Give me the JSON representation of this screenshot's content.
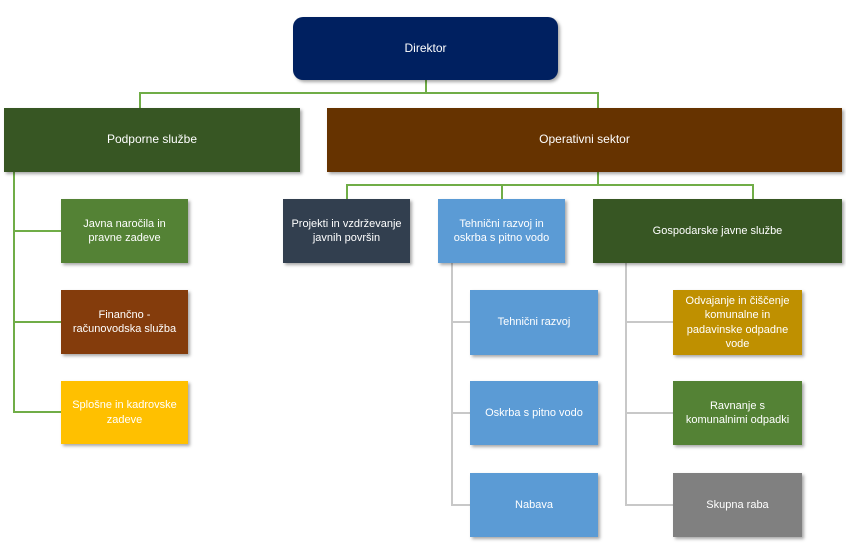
{
  "colors": {
    "director": "#002060",
    "support": "#375623",
    "operative": "#663300",
    "dark_slate": "#323F4F",
    "blue": "#5B9BD5",
    "green": "#548235",
    "brown": "#843C0C",
    "gold_yellow": "#FFC000",
    "mustard": "#BF9000",
    "gray": "#808080",
    "connector_green": "#70AD47",
    "connector_light": "#C8C8C8"
  },
  "director": {
    "label": "Direktor"
  },
  "support": {
    "label": "Podporne službe",
    "children": [
      {
        "label": "Javna naročila in pravne zadeve"
      },
      {
        "label": "Finančno - računovodska služba"
      },
      {
        "label": "Splošne in kadrovske zadeve"
      }
    ]
  },
  "operative": {
    "label": "Operativni sektor",
    "projects": {
      "label": "Projekti in vzdrževanje javnih površin"
    },
    "technical": {
      "label": "Tehnični razvoj in oskrba s pitno vodo",
      "children": [
        {
          "label": "Tehnični razvoj"
        },
        {
          "label": "Oskrba s pitno vodo"
        },
        {
          "label": "Nabava"
        }
      ]
    },
    "public_services": {
      "label": "Gospodarske javne službe",
      "children": [
        {
          "label": "Odvajanje in čiščenje komunalne in padavinske odpadne vode"
        },
        {
          "label": "Ravnanje s komunalnimi odpadki"
        },
        {
          "label": "Skupna raba"
        }
      ]
    }
  }
}
